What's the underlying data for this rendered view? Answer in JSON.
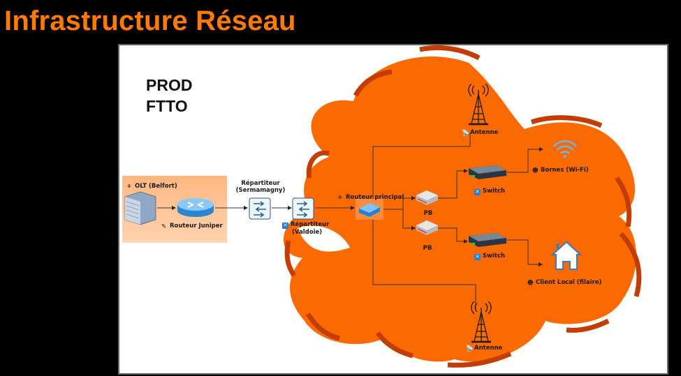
{
  "header": {
    "title": "Infrastructure Réseau"
  },
  "diagram": {
    "env_label_line1": "PROD",
    "env_label_line2": "FTTO",
    "colors": {
      "accent": "#ff7a00",
      "cloud_fill": "#fa6a00",
      "cloud_edge": "#c33d00",
      "site_box": "#ffc08a"
    },
    "nodes": {
      "olt": {
        "label": "OLT (Belfort)",
        "icon": "server-rack-icon"
      },
      "juniper": {
        "label": "Routeur Juniper",
        "icon": "router-icon"
      },
      "rep_sermamagny": {
        "label_line1": "Répartiteur",
        "label_line2": "(Sermamagny)",
        "icon": "patch-panel-icon"
      },
      "rep_valdoie": {
        "label_line1": "Répartiteur",
        "label_line2": "(Valdoie)",
        "icon": "patch-panel-icon"
      },
      "routeur_principal": {
        "label": "Routeur principal",
        "icon": "router-box-icon"
      },
      "pb1": {
        "label": "PB",
        "icon": "pb-box-icon"
      },
      "pb2": {
        "label": "PB",
        "icon": "pb-box-icon"
      },
      "switch1": {
        "label": "Switch",
        "icon": "switch-icon"
      },
      "switch2": {
        "label": "Switch",
        "icon": "switch-icon"
      },
      "antenne_top": {
        "label": "Antenne",
        "icon": "antenna-tower-icon"
      },
      "antenne_bottom": {
        "label": "Antenne",
        "icon": "antenna-tower-icon"
      },
      "bornes": {
        "label": "Bornes (Wi-Fi)",
        "icon": "wifi-icon"
      },
      "client": {
        "label": "Client Local (filaire)",
        "icon": "house-icon"
      }
    }
  }
}
